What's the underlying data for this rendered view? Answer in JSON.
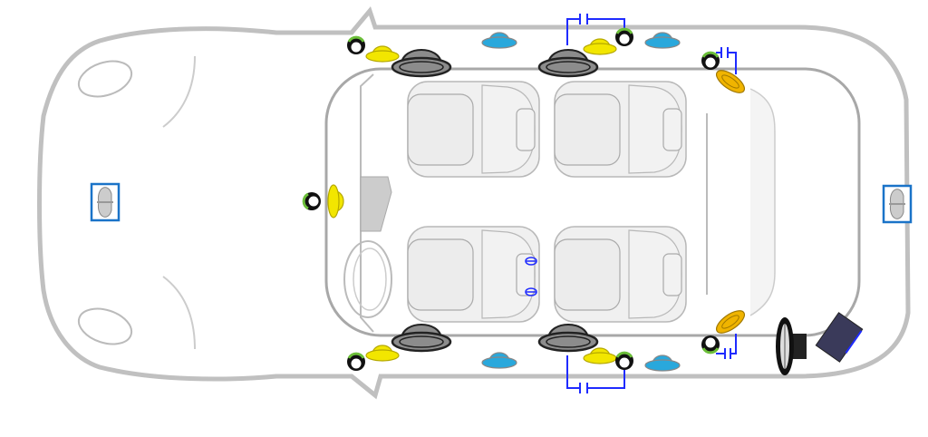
{
  "diagram": {
    "colors": {
      "body_outline": "#c0c0c0",
      "cabin_outline": "#a8a8a8",
      "seat_fill": "#f0f0f0",
      "seat_stroke": "#b8b8b8",
      "woofer": "#8c8c8c",
      "tweeter": "#f2e600",
      "midrange": "#29a8dc",
      "rear_tweeter": "#f0b400",
      "ring_accent": "#6cbf3a",
      "wire": "#1f2bff",
      "center_box": "#1a73c8",
      "amplifier": "#3a3a5a"
    },
    "components": [
      {
        "icon": "woofer-speaker-icon",
        "count": 4
      },
      {
        "icon": "tweeter-icon",
        "count": 5
      },
      {
        "icon": "midrange-speaker-icon",
        "count": 4
      },
      {
        "icon": "rear-tweeter-icon",
        "count": 2
      },
      {
        "icon": "ring-tweeter-icon",
        "count": 7
      },
      {
        "icon": "boxed-speaker-icon",
        "count": 2
      },
      {
        "icon": "subwoofer-icon",
        "count": 1
      },
      {
        "icon": "amplifier-icon",
        "count": 1
      },
      {
        "icon": "capacitor-icon",
        "count": 4
      }
    ]
  }
}
